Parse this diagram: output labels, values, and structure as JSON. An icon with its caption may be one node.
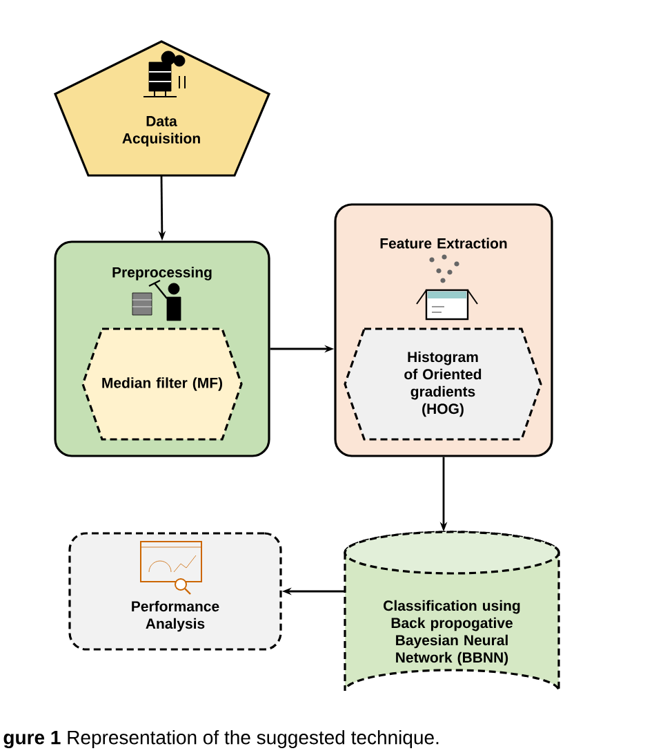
{
  "diagram": {
    "caption": "**gure 1** Representation of the suggested technique.",
    "nodes": [
      {
        "text": [
          "Data Acquisition"
        ]
      },
      {
        "text": [
          "Preprocessing"
        ]
      },
      {
        "text": [
          "Median filter (MF)"
        ],
        "in": 1
      },
      {
        "text": [
          "Feature Extraction"
        ]
      },
      {
        "text": [
          "Histogram of Oriented gradients (HOG)"
        ],
        "in": 3
      },
      {
        "text": [
          "Classification using Back propogative Bayesian Neural Network (BBNN)"
        ]
      },
      {
        "text": [
          "Performance Analysis"
        ]
      }
    ],
    "edges": [
      {
        "from": 0,
        "to": 1,
        "arrow": "to"
      },
      {
        "from": 1,
        "to": 3,
        "arrow": "to"
      },
      {
        "from": 3,
        "to": 5,
        "arrow": "to"
      },
      {
        "from": 5,
        "to": 6,
        "arrow": "to"
      }
    ]
  }
}
